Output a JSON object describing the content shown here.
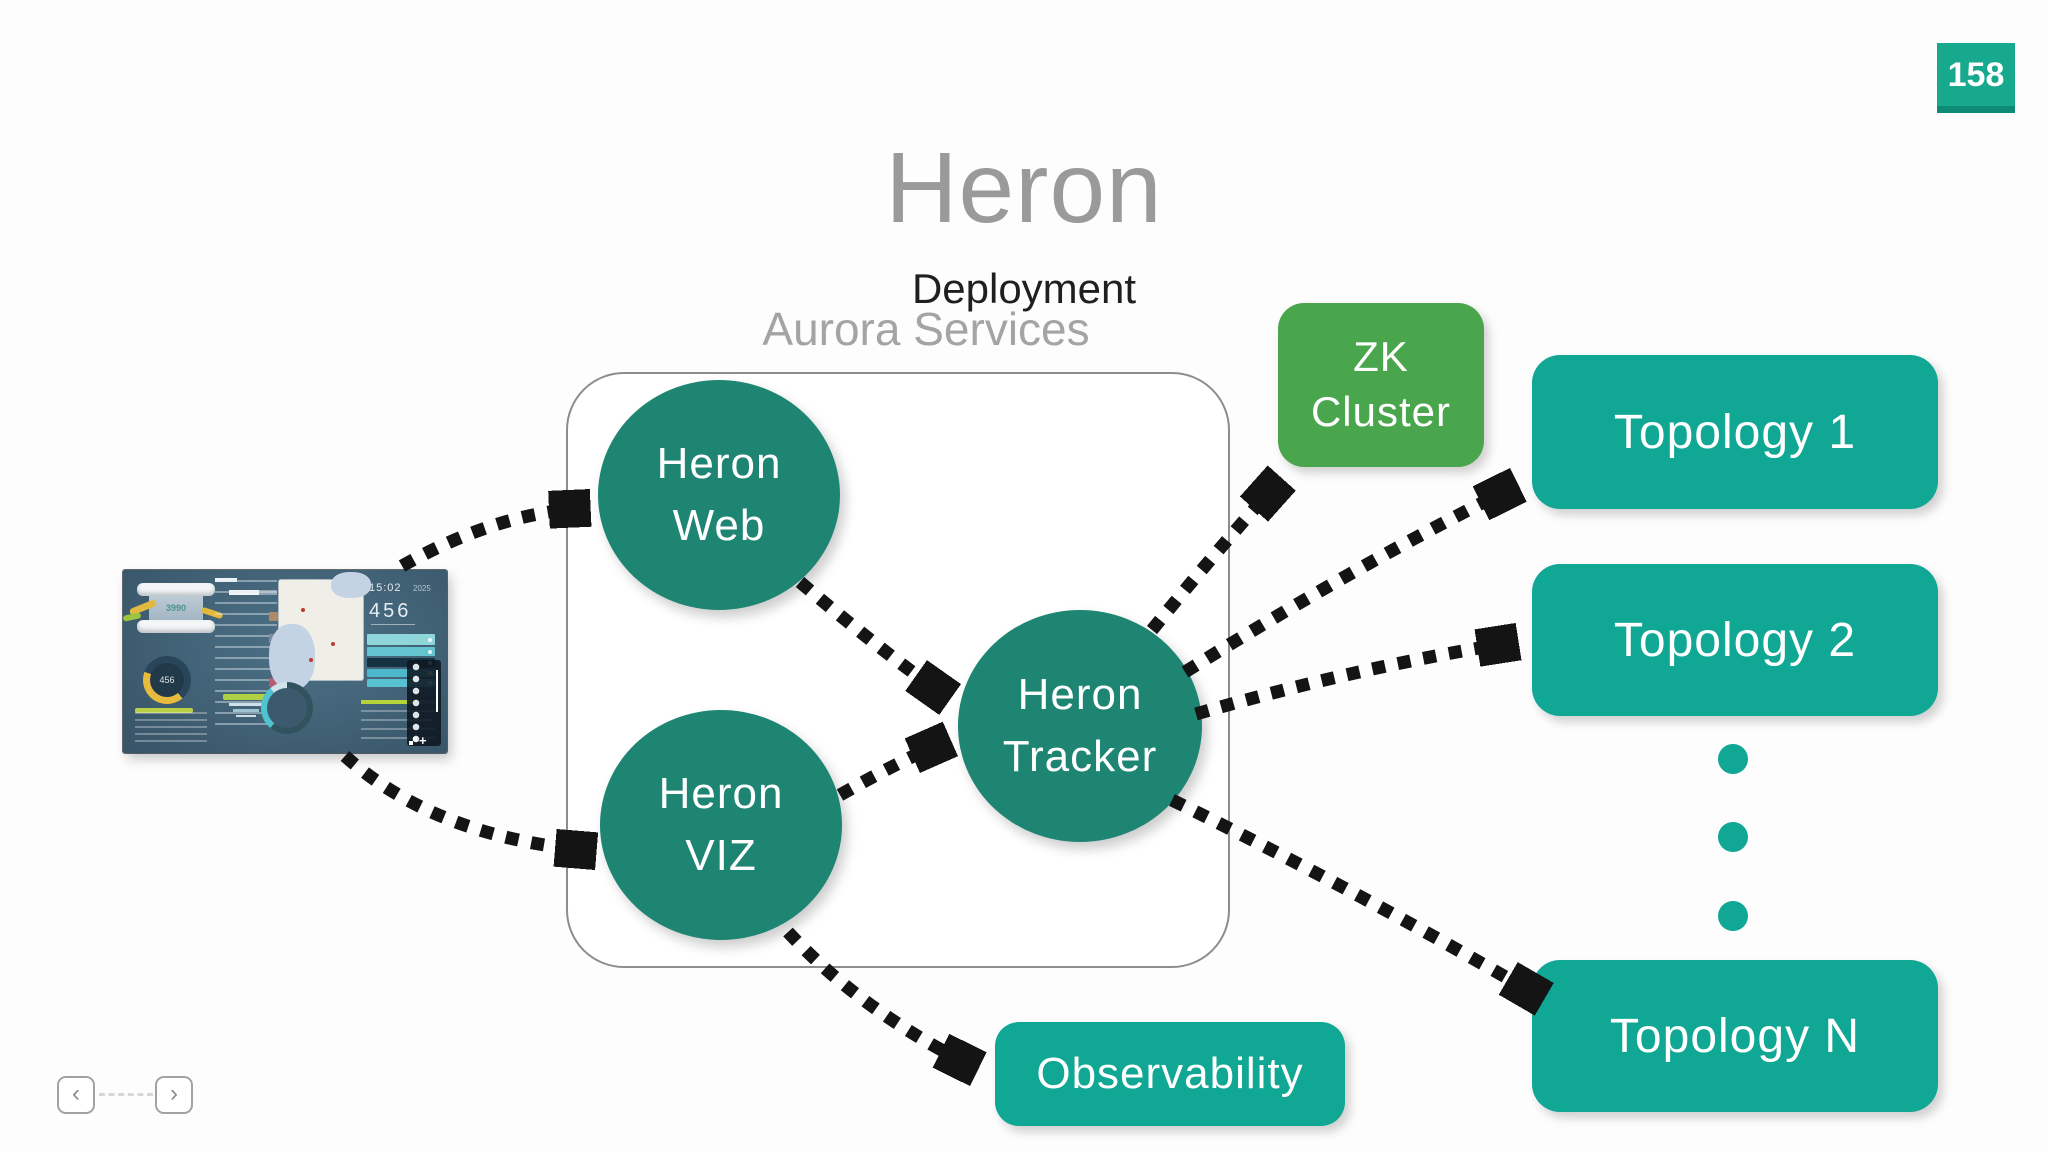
{
  "slide": {
    "page_number": "158",
    "title": "Heron",
    "subtitle": "Deployment",
    "group_label": "Aurora Services"
  },
  "nodes": {
    "heron_web": {
      "line1": "Heron",
      "line2": "Web"
    },
    "heron_viz": {
      "line1": "Heron",
      "line2": "VIZ"
    },
    "heron_tracker": {
      "line1": "Heron",
      "line2": "Tracker"
    },
    "zk_cluster": {
      "line1": "ZK",
      "line2": "Cluster"
    },
    "topology_1": {
      "label": "Topology 1"
    },
    "topology_2": {
      "label": "Topology 2"
    },
    "topology_n": {
      "label": "Topology N"
    },
    "observability": {
      "label": "Observability"
    }
  },
  "edges": [
    {
      "from": "dashboard-screenshot",
      "to": "heron-web"
    },
    {
      "from": "dashboard-screenshot",
      "to": "heron-viz"
    },
    {
      "from": "heron-web",
      "to": "heron-tracker"
    },
    {
      "from": "heron-viz",
      "to": "heron-tracker"
    },
    {
      "from": "heron-tracker",
      "to": "zk-cluster"
    },
    {
      "from": "heron-tracker",
      "to": "topology-1"
    },
    {
      "from": "heron-tracker",
      "to": "topology-2"
    },
    {
      "from": "heron-tracker",
      "to": "topology-n"
    },
    {
      "from": "heron-viz",
      "to": "observability"
    }
  ],
  "thumbnail": {
    "time": "15:02",
    "time_secondary": "2025",
    "counter": "456",
    "gauge_value": "456",
    "flow_value": "3990"
  },
  "nav": {
    "prev_icon": "‹",
    "next_icon": "›"
  },
  "colors": {
    "node_teal": "#1e8573",
    "box_teal": "#10a794",
    "zk_green": "#4aa64d",
    "badge_teal": "#17a98e",
    "badge_strip": "#0e8b76",
    "title_gray": "#9a9a9a",
    "arrow_black": "#141414"
  }
}
